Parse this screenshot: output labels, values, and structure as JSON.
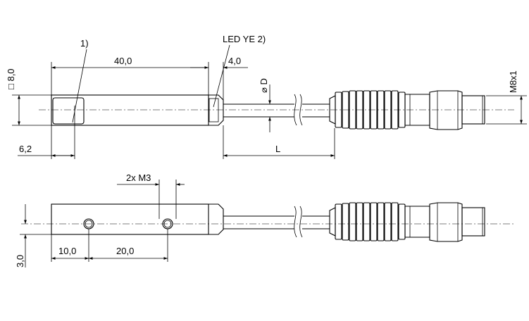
{
  "labels": {
    "note1": "1)",
    "led": "LED YE 2)",
    "dim_length": "40,0",
    "dim_led": "4,0",
    "dim_height": "□ 8,0",
    "dim_diameter": "⌀ D",
    "dim_thread": "M8x1",
    "dim_left": "6,2",
    "dim_cable": "L",
    "holes": "2x M3",
    "dim_hole1": "10,0",
    "dim_hole2": "20,0",
    "dim_hole_h": "3,0"
  }
}
